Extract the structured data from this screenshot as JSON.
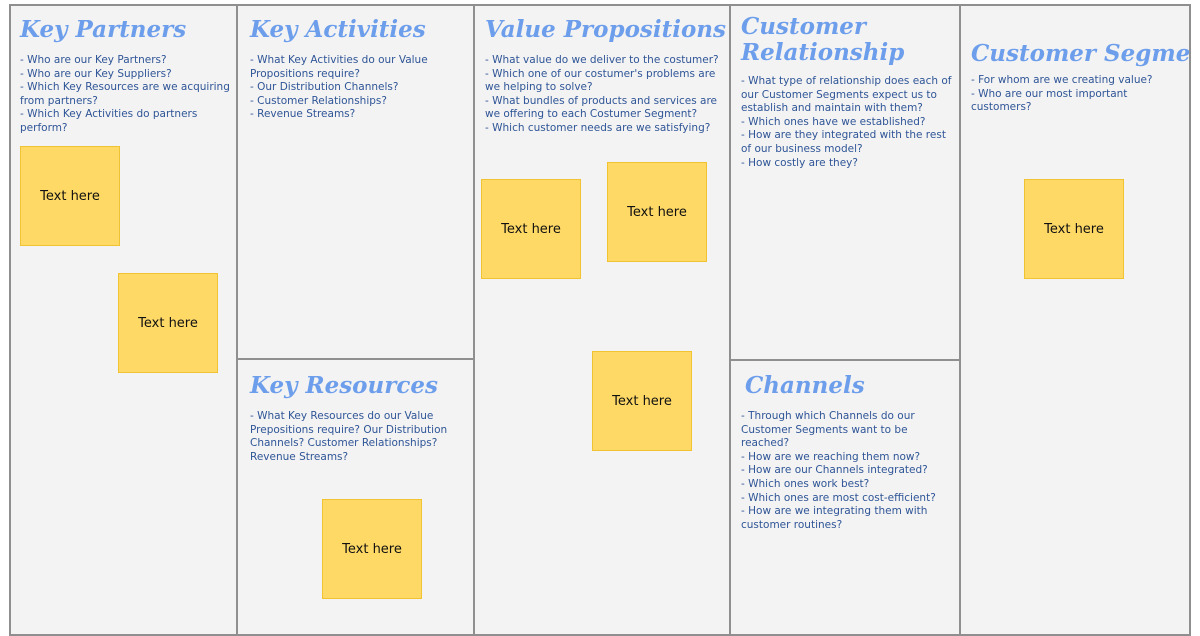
{
  "canvas": {
    "cell_background": "#f3f3f3",
    "border_color": "#8f8f8f",
    "title_color": "#6d9eeb",
    "question_color": "#2f5597",
    "sticky_color": "#ffd966"
  },
  "sections": {
    "key_partners": {
      "title": "Key Partners",
      "questions": [
        "- Who are our Key Partners?",
        "- Who are our Key Suppliers?",
        "- Which Key Resources are we acquiring from partners?",
        "- Which Key Activities do partners perform?"
      ]
    },
    "key_activities": {
      "title": "Key Activities",
      "questions": [
        "- What Key Activities do our Value Propositions require?",
        "- Our Distribution Channels?",
        "- Customer Relationships?",
        "- Revenue Streams?"
      ]
    },
    "key_resources": {
      "title": "Key Resources",
      "questions": [
        "- What Key Resources do our Value Prepositions require? Our Distribution Channels? Customer Relationships? Revenue Streams?"
      ]
    },
    "value_propositions": {
      "title": "Value Propositions",
      "questions": [
        "- What value do we deliver to the costumer?",
        "- Which one of our costumer's problems are we helping to solve?",
        "- What bundles of products and services are we offering to each Costumer Segment?",
        "- Which customer needs are we satisfying?"
      ]
    },
    "customer_relationship": {
      "title": "Customer Relationship",
      "questions": [
        "- What type of relationship does each of our Customer Segments expect us to establish and maintain with them?",
        "- Which ones have we established?",
        "- How are they integrated with the rest of our business model?",
        "- How costly are they?"
      ]
    },
    "channels": {
      "title": "Channels",
      "questions": [
        "- Through which Channels do our Customer Segments want to be reached?",
        "- How are we reaching them now?",
        "- How are our Channels integrated?",
        "- Which ones work best?",
        "- Which ones are most cost-efficient?",
        "- How are we integrating them with customer routines?"
      ]
    },
    "customer_segments": {
      "title": "Customer Segments",
      "questions": [
        "- For whom are we creating value?",
        "- Who are our most important customers?"
      ]
    }
  },
  "stickies": {
    "partners_1": "Text here",
    "partners_2": "Text here",
    "value_1": "Text here",
    "value_2": "Text here",
    "value_3": "Text here",
    "resources_1": "Text here",
    "segments_1": "Text here"
  }
}
